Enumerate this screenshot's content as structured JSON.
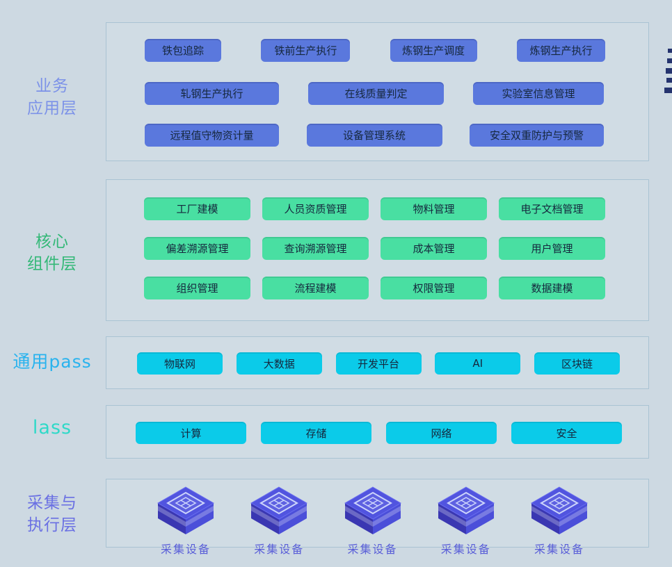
{
  "palette": {
    "background": "#cdd9e2",
    "panel_border": "#a9c3d3",
    "blue_button": "#5a78dd",
    "green_button": "#49dfa2",
    "cyan_button": "#0bcbe9",
    "button_text": "#15273d",
    "business_label_color": "#7c92e8",
    "core_label_color": "#33b877",
    "paas_label_color": "#29b3ee",
    "iaas_label_color": "#2fd9c8",
    "device_label_color": "#6a70e3",
    "device_caption_color": "#5a5fd8"
  },
  "business": {
    "label_line1": "业务",
    "label_line2": "应用层",
    "row1": [
      "铁包追踪",
      "铁前生产执行",
      "炼钢生产调度",
      "炼钢生产执行"
    ],
    "row2": [
      "轧钢生产执行",
      "在线质量判定",
      "实验室信息管理"
    ],
    "row3": [
      "远程值守物资计量",
      "设备管理系统",
      "安全双重防护与预警"
    ]
  },
  "core": {
    "label_line1": "核心",
    "label_line2": "组件层",
    "row1": [
      "工厂建模",
      "人员资质管理",
      "物料管理",
      "电子文档管理"
    ],
    "row2": [
      "偏差溯源管理",
      "查询溯源管理",
      "成本管理",
      "用户管理"
    ],
    "row3": [
      "组织管理",
      "流程建模",
      "权限管理",
      "数据建模"
    ]
  },
  "paas": {
    "label": "通用pass",
    "buttons": [
      "物联网",
      "大数据",
      "开发平台",
      "AI",
      "区块链"
    ]
  },
  "iaas": {
    "label": "lass",
    "buttons": [
      "计算",
      "存储",
      "网络",
      "安全"
    ]
  },
  "device": {
    "label_line1": "采集与",
    "label_line2": "执行层",
    "items": [
      "采集设备",
      "采集设备",
      "采集设备",
      "采集设备",
      "采集设备"
    ]
  }
}
